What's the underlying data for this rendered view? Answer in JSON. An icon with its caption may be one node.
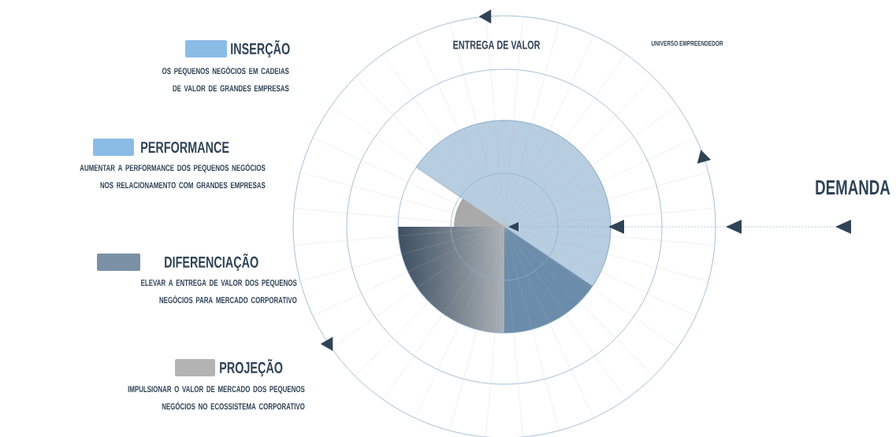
{
  "diagram": {
    "labels": [
      "OS PEQUENOS NEGÓCIOS EM CADEIAS DE VALOR DE GRANDES EMPRESAS",
      "ENTREGA DE VALOR",
      "UNIVERSO EMPREENDEDOR",
      "AUMENTAR A PERFORMANCE DOS PEQUENOS NEGÓCIOS NOS RELACIONAMENTO COM GRANDES EMPRESAS",
      "DEMANDA",
      "ELEVAR A ENTREGA DE VALOR DOS PEQUENOS NEGÓCIOS PARA MERCADO CORPORATIVO",
      "IMPULSIONAR O VALOR DE MERCADO DOS PEQUENOS NEGÓCIOS NO ECOSSISTEMA CORPORATIVO"
    ],
    "legend": [
      {
        "text": "INSERÇÃO",
        "color": "#8bbce6"
      },
      {
        "text": "PERFORMANCE",
        "color": "#8bbce6"
      },
      {
        "text": "DIFERENCIAÇÃO",
        "color": "#7a90a4"
      },
      {
        "text": "PROJEÇÃO",
        "color": "#b3b3b3"
      }
    ]
  }
}
